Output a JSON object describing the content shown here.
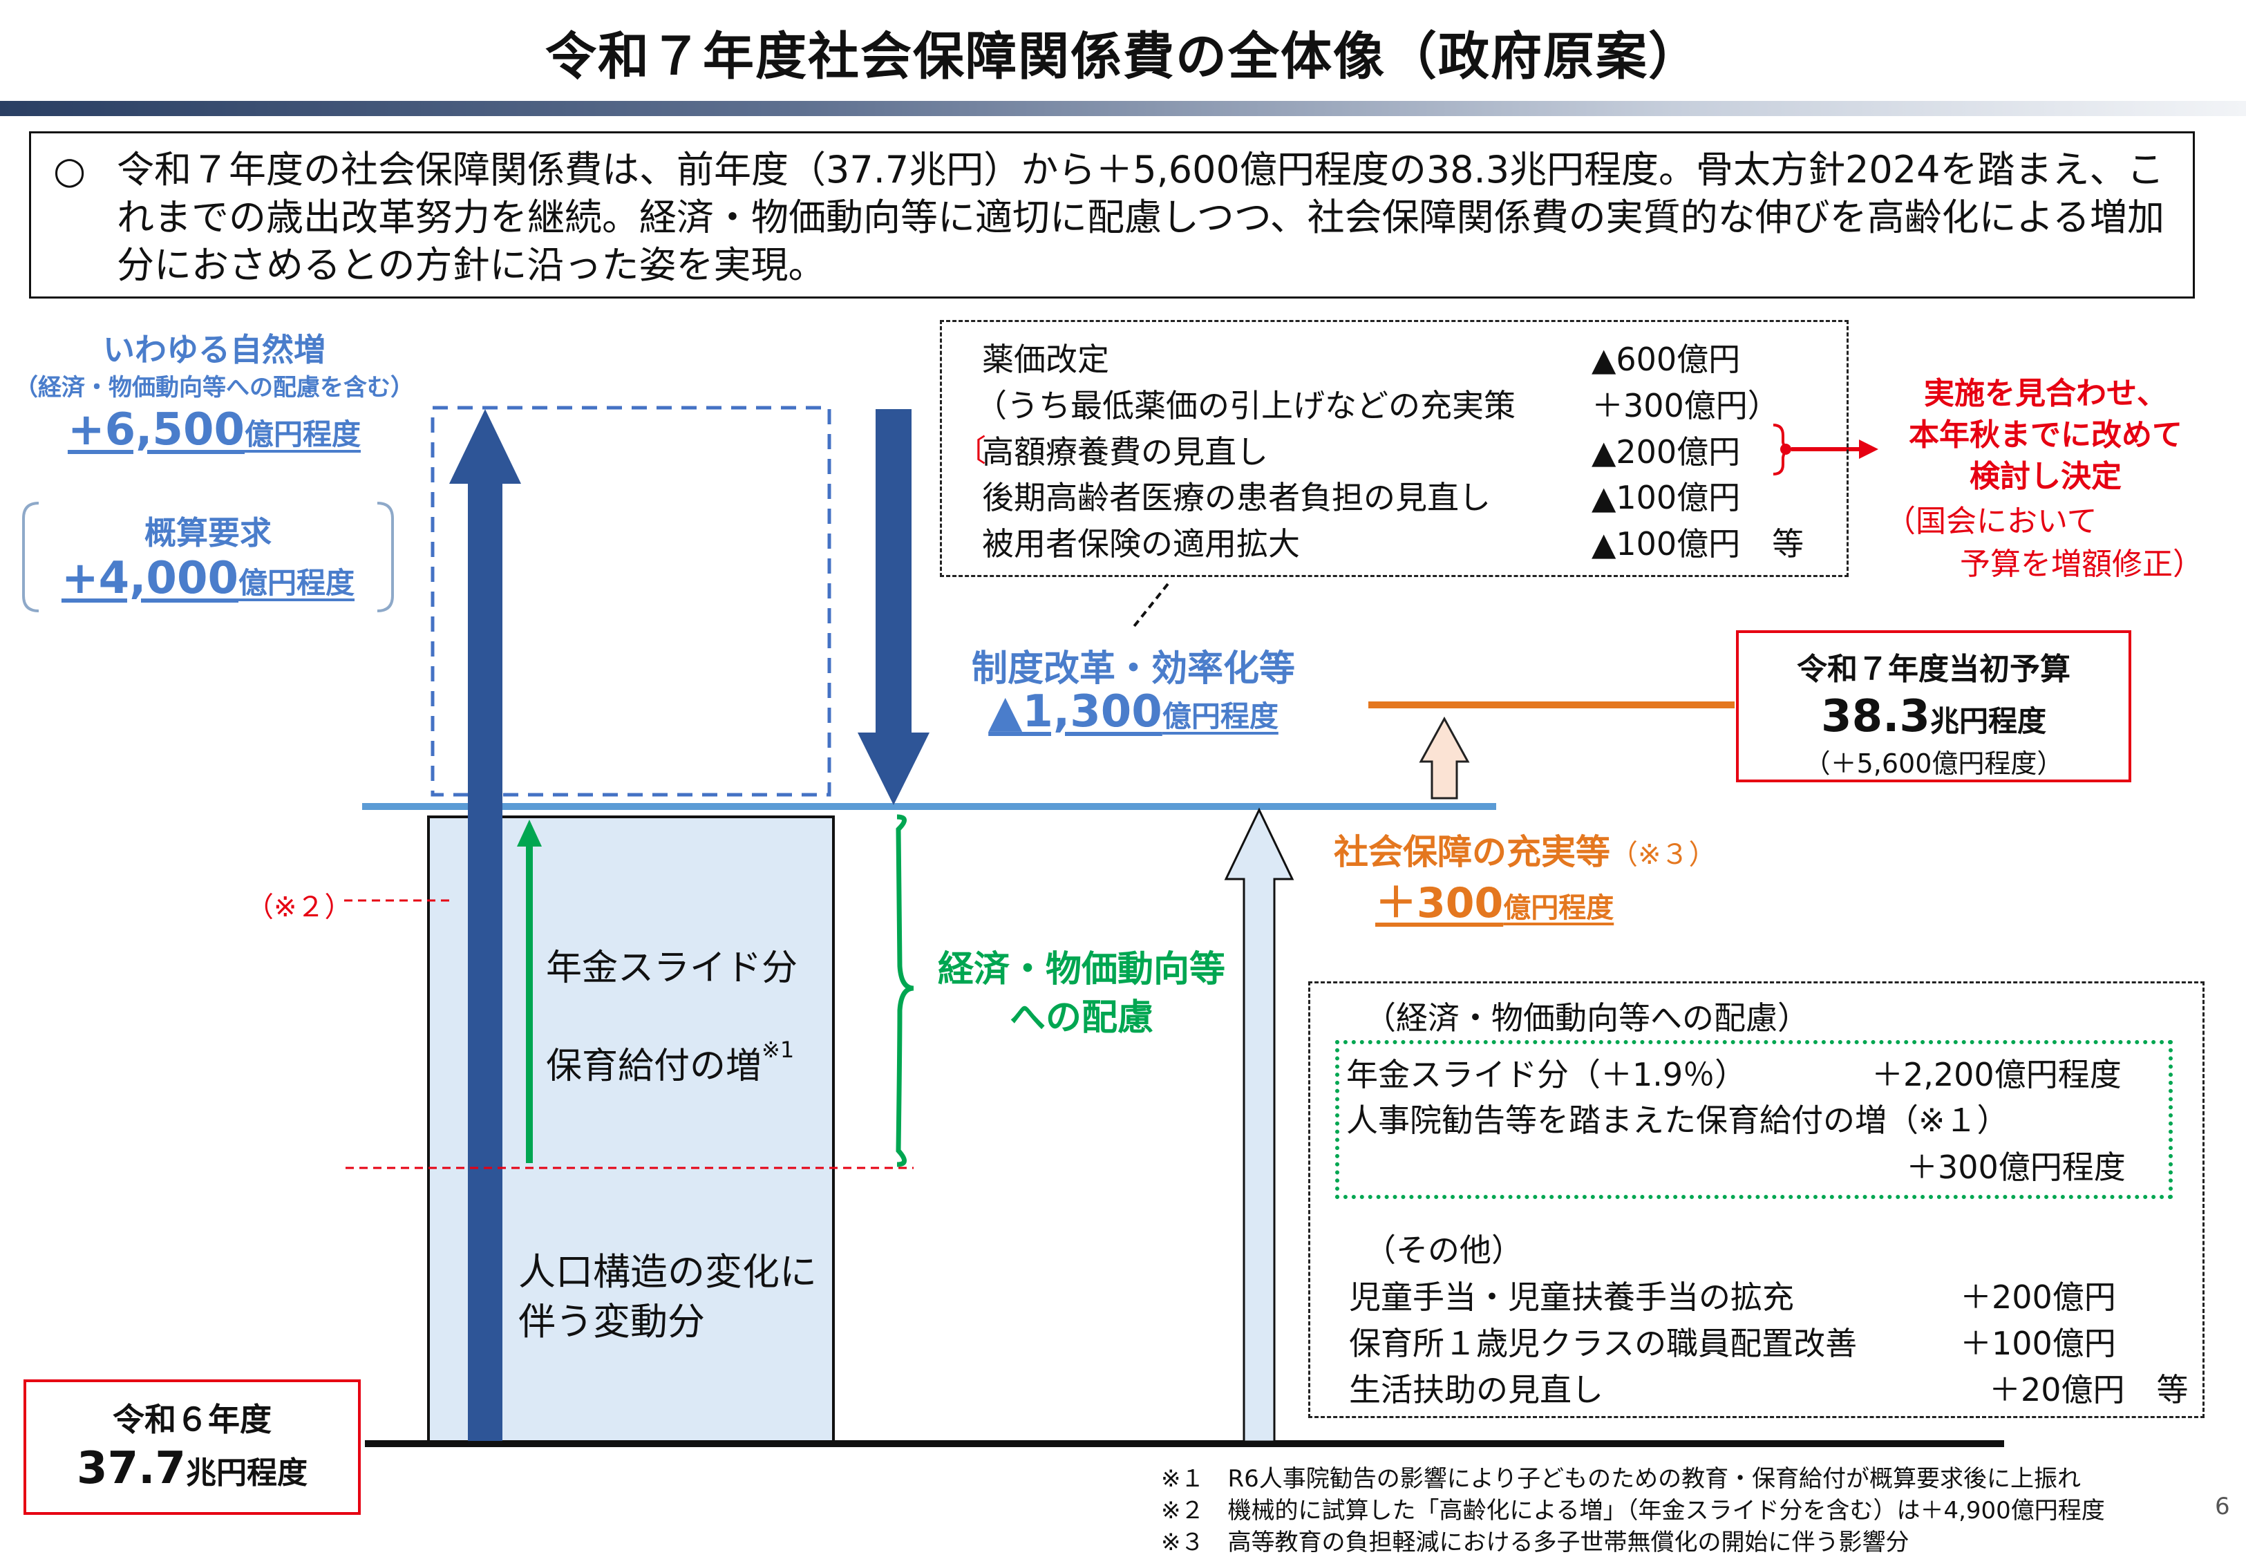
{
  "title": "令和７年度社会保障関係費の全体像（政府原案）",
  "summary": {
    "mark": "○",
    "text": "令和７年度の社会保障関係費は、前年度（37.7兆円）から＋5,600億円程度の38.3兆円程度。骨太方針2024を踏まえ、これまでの歳出改革努力を継続。経済・物価動向等に適切に配慮しつつ、社会保障関係費の実質的な伸びを高齢化による増加分におさめるとの方針に沿った姿を実現。"
  },
  "natural_increase": {
    "title": "いわゆる自然増",
    "subtitle": "（経済・物価動向等への配慮を含む）",
    "amount": "+6,500",
    "unit": "億円程度"
  },
  "budget_request": {
    "title": "概算要求",
    "amount": "+4,000",
    "unit": "億円程度"
  },
  "reform_box": {
    "rows": [
      {
        "label": "薬価改定",
        "value": "▲600億円"
      },
      {
        "label": "（うち最低薬価の引上げなどの充実策",
        "value": "＋300億円）"
      },
      {
        "label": "高額療養費の見直し",
        "value": "▲200億円"
      },
      {
        "label": "後期高齢者医療の患者負担の見直し",
        "value": "▲100億円"
      },
      {
        "label": "被用者保険の適用拡大",
        "value": "▲100億円　等"
      }
    ],
    "bracket_left": "〔",
    "note": {
      "line1": "実施を見合わせ、",
      "line2": "本年秋までに改めて",
      "line3": "検討し決定",
      "line4": "（国会において",
      "line5": "予算を増額修正）"
    }
  },
  "reform": {
    "title": "制度改革・効率化等",
    "amount": "▲1,300",
    "unit": "億円程度"
  },
  "r7_budget": {
    "title": "令和７年度当初予算",
    "amount": "38.3",
    "unit": "兆円程度",
    "diff": "（＋5,600億円程度）"
  },
  "r6": {
    "title": "令和６年度",
    "amount": "37.7",
    "unit": "兆円程度"
  },
  "enhancement": {
    "title": "社会保障の充実等",
    "note": "（※３）",
    "amount": "＋300",
    "unit": "億円程度"
  },
  "note2_label": "（※２）",
  "bar_texts": {
    "pension": "年金スライド分",
    "childcare": "保育給付の増",
    "childcare_mark": "※1",
    "population_line1": "人口構造の変化に",
    "population_line2": "伴う変動分"
  },
  "economic": {
    "line1": "経済・物価動向等",
    "line2": "への配慮"
  },
  "detail_box": {
    "header1": "（経済・物価動向等への配慮）",
    "pension_label": "年金スライド分（＋1.9％）",
    "pension_value": "＋2,200億円程度",
    "childcare_label": "人事院勧告等を踏まえた保育給付の増（※１）",
    "childcare_value": "＋300億円程度",
    "header2": "（その他）",
    "others": [
      {
        "label": "児童手当・児童扶養手当の拡充",
        "value": "＋200億円"
      },
      {
        "label": "保育所１歳児クラスの職員配置改善",
        "value": "＋100億円"
      },
      {
        "label": "生活扶助の見直し",
        "value": "＋20億円　等"
      }
    ]
  },
  "footnotes": [
    "※１　R6人事院勧告の影響により子どものための教育・保育給付が概算要求後に上振れ",
    "※２　機械的に試算した「高齢化による増」（年金スライド分を含む）は＋4,900億円程度",
    "※３　高等教育の負担軽減における多子世帯無償化の開始に伴う影響分"
  ],
  "page_number": "6",
  "colors": {
    "navy": "#2e5597",
    "light_blue_line": "#5b9bd5",
    "dashed_blue": "#4472c4",
    "green": "#00a651",
    "red": "#e60012",
    "orange": "#e4771f",
    "bar_fill": "#dce9f6"
  }
}
